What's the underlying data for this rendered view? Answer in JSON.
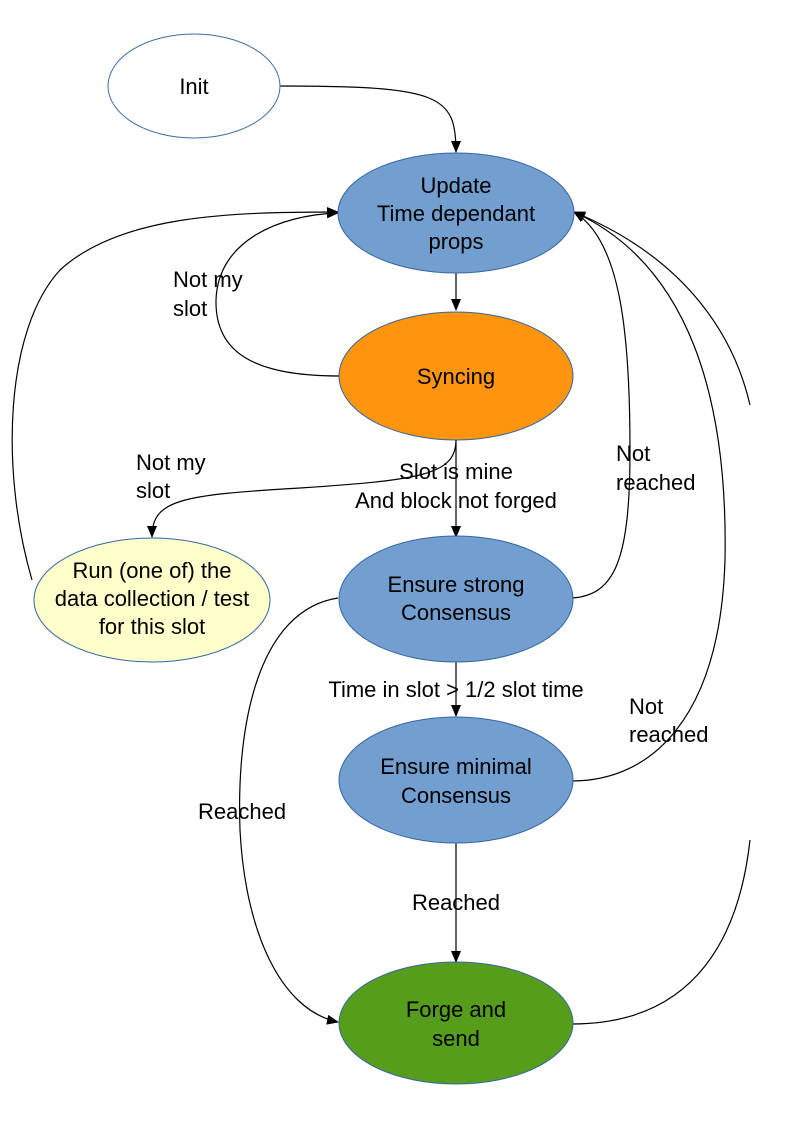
{
  "colors": {
    "init_fill": "#ffffff",
    "init_stroke": "#3a6ea5",
    "update_fill": "#729fcf",
    "syncing_fill": "#ff950e",
    "run_fill": "#ffffcc",
    "ensure_fill": "#729fcf",
    "forge_fill": "#579d1c",
    "node_stroke": "#3465a4"
  },
  "nodes": {
    "init": {
      "lines": [
        "Init"
      ]
    },
    "update": {
      "lines": [
        "Update",
        "Time dependant",
        "props"
      ]
    },
    "syncing": {
      "lines": [
        "Syncing"
      ]
    },
    "run": {
      "lines": [
        "Run (one of) the",
        "data collection / test",
        "for this slot"
      ]
    },
    "strong": {
      "lines": [
        "Ensure strong",
        "Consensus"
      ]
    },
    "minimal": {
      "lines": [
        "Ensure minimal",
        "Consensus"
      ]
    },
    "forge": {
      "lines": [
        "Forge and",
        "send"
      ]
    }
  },
  "edge_labels": {
    "not_my_slot_1": [
      "Not my",
      "slot"
    ],
    "not_my_slot_2": [
      "Not my",
      "slot"
    ],
    "slot_is_mine": [
      "Slot is mine",
      "And block not forged"
    ],
    "not_reached_1": [
      "Not",
      "reached"
    ],
    "time_in_slot": [
      "Time in slot > 1/2 slot time"
    ],
    "not_reached_2": [
      "Not",
      "reached"
    ],
    "reached_left": [
      "Reached"
    ],
    "reached_center": [
      "Reached"
    ]
  }
}
